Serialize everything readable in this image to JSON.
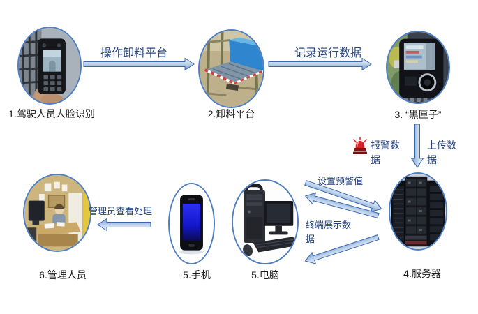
{
  "page": {
    "type": "flow-diagram",
    "background": "#ffffff"
  },
  "colors": {
    "arrow_outline": "#3a66ad",
    "arrow_fill_top": "#f4f8fc",
    "arrow_fill_bottom": "#6d9bd1",
    "edge_label_text": "#24437f",
    "caption_text": "#1a1a1a",
    "oval_border": "#4f7ec2",
    "alarm_red": "#d62027"
  },
  "nodes": {
    "face": {
      "caption": "1.驾驶人员人脸识别",
      "image": "face-recognition-terminal-photo"
    },
    "platform": {
      "caption": "2.卸料平台",
      "image": "unloading-platform-photo"
    },
    "blackbox": {
      "caption": "3. “黑匣子”",
      "image": "black-box-device-photo"
    },
    "server": {
      "caption": "4.服务器",
      "image": "server-rack-photo"
    },
    "computer": {
      "caption": "5.电脑",
      "image": "desktop-computer-photo"
    },
    "phone": {
      "caption": "5.手机",
      "image": "smartphone-photo"
    },
    "manager": {
      "caption": "6.管理人员",
      "image": "management-office-photo"
    }
  },
  "edges": {
    "operate": {
      "label": "操作卸料平台"
    },
    "record": {
      "label": "记录运行数据"
    },
    "upload": {
      "label": "上传数据"
    },
    "alarm": {
      "label": "报警数据"
    },
    "set_threshold": {
      "label": "设置预警值"
    },
    "display": {
      "label": "终端展示数据"
    },
    "manager_view": {
      "label": "管理员查看处理"
    }
  },
  "icons": {
    "alarm_siren": "alarm-siren-icon"
  }
}
